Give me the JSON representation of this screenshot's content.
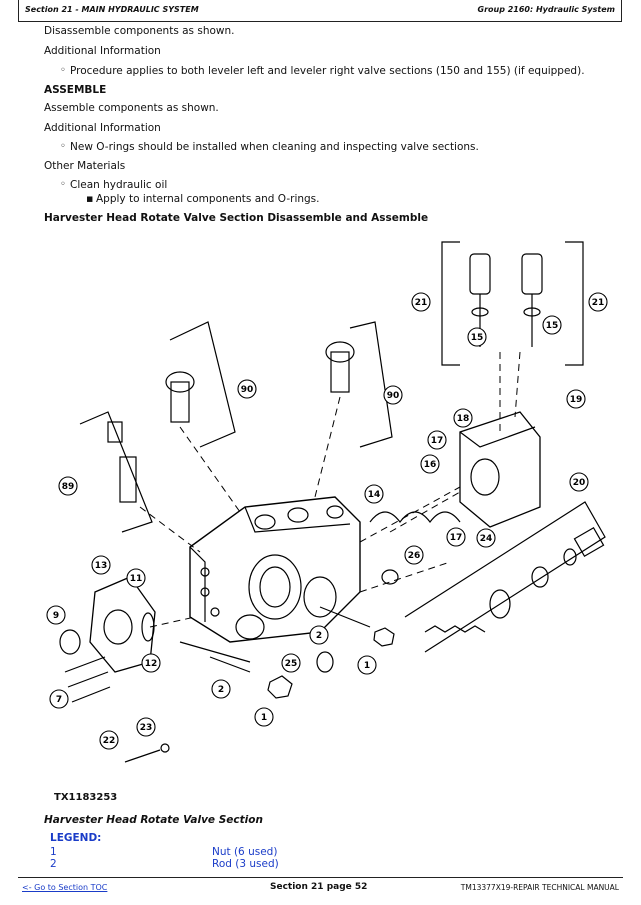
{
  "header": {
    "left": "Section 21 - MAIN HYDRAULIC SYSTEM",
    "right": "Group 2160: Hydraulic System"
  },
  "body": {
    "disassemble_line": "Disassemble components as shown.",
    "additional_info_1": "Additional Information",
    "bullet_1": "Procedure applies to both leveler left and leveler right valve sections (150 and 155) (if equipped).",
    "assemble_heading": "ASSEMBLE",
    "assemble_line": "Assemble components as shown.",
    "additional_info_2": "Additional Information",
    "bullet_2": "New O-rings should be installed when cleaning and inspecting valve sections.",
    "other_materials": "Other Materials",
    "bullet_3": "Clean hydraulic oil",
    "sub_bullet_3": "Apply to internal components and O-rings.",
    "section_heading": "Harvester Head Rotate Valve Section Disassemble and Assemble"
  },
  "figure": {
    "id": "TX1183253",
    "caption": "Harvester Head Rotate Valve Section",
    "callouts": [
      "21",
      "21",
      "15",
      "15",
      "90",
      "90",
      "18",
      "19",
      "89",
      "17",
      "16",
      "20",
      "14",
      "17",
      "24",
      "26",
      "13",
      "11",
      "9",
      "2",
      "25",
      "1",
      "12",
      "7",
      "2",
      "1",
      "23",
      "22"
    ]
  },
  "legend": {
    "heading": "LEGEND:",
    "items": [
      {
        "num": "1",
        "desc": "Nut (6 used)"
      },
      {
        "num": "2",
        "desc": "Rod (3 used)"
      }
    ]
  },
  "footer": {
    "toc_link": "<- Go to Section TOC",
    "page": "Section 21 page 52",
    "manual": "TM13377X19-REPAIR TECHNICAL MANUAL"
  }
}
